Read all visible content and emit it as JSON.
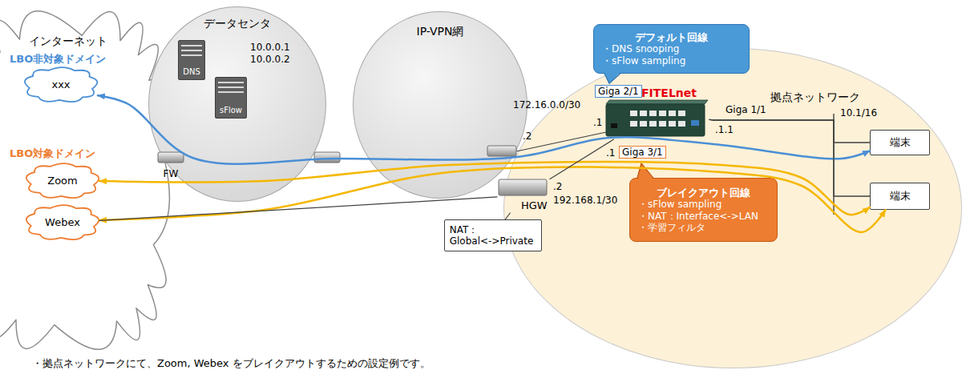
{
  "diagram": {
    "nodes": [
      {
        "text": [
          "インターネット"
        ]
      },
      {
        "text": [
          "xxx"
        ],
        "in": 0
      },
      {
        "text": [
          "Zoom"
        ],
        "in": 0
      },
      {
        "text": [
          "Webex"
        ],
        "in": 0
      },
      {
        "text": [
          "FW"
        ]
      },
      {
        "text": [
          "データセンタ"
        ]
      },
      {
        "text": [
          "DNS"
        ],
        "in": 5
      },
      {
        "text": [
          "sFlow"
        ],
        "in": 5
      },
      {
        "text": [
          "IP-VPN網"
        ]
      },
      {
        "text": [
          "拠点ネットワーク"
        ]
      },
      {
        "text": [
          "FITELnet"
        ],
        "in": 9
      },
      {
        "text": [
          "端末"
        ],
        "in": 9
      },
      {
        "text": [
          "端末"
        ],
        "in": 9
      },
      {
        "text": [
          "HGW"
        ]
      },
      {
        "text": [
          "NAT：",
          "Global<->Private"
        ]
      },
      {
        "text": [
          "デフォルト回線",
          "・DNS snooping",
          "・sFlow sampling"
        ]
      },
      {
        "text": [
          "ブレイクアウト回線",
          "・sFlow sampling",
          "・NAT：Interface<->LAN",
          "・学習フィルタ"
        ]
      }
    ],
    "edges": [
      {
        "from": 11,
        "to": 1,
        "arrow": "both"
      },
      {
        "from": 12,
        "to": 2,
        "arrow": "both"
      },
      {
        "from": 12,
        "to": 3,
        "arrow": "both"
      },
      {
        "from": 3,
        "to": 13,
        "arrow": "none"
      },
      {
        "from": 13,
        "to": 10,
        "arrow": "none"
      },
      {
        "from": 14,
        "to": 13,
        "arrow": "none"
      },
      {
        "from": 10,
        "to": 11,
        "arrow": "none"
      },
      {
        "from": 10,
        "to": 12,
        "arrow": "none"
      }
    ],
    "labels": [
      "LBO非対象ドメイン",
      "LBO対象ドメイン",
      "10.0.0.1",
      "10.0.0.2",
      "172.16.0.0/30",
      "Giga 2/1",
      ".2",
      ".1",
      "Giga 1/1",
      ".1.1",
      "10.1/16",
      ".1",
      "Giga 3/1",
      ".2",
      "192.168.1/30",
      "・拠点ネットワークにて、Zoom, Webex をブレイクアウトするための設定例です。"
    ]
  }
}
